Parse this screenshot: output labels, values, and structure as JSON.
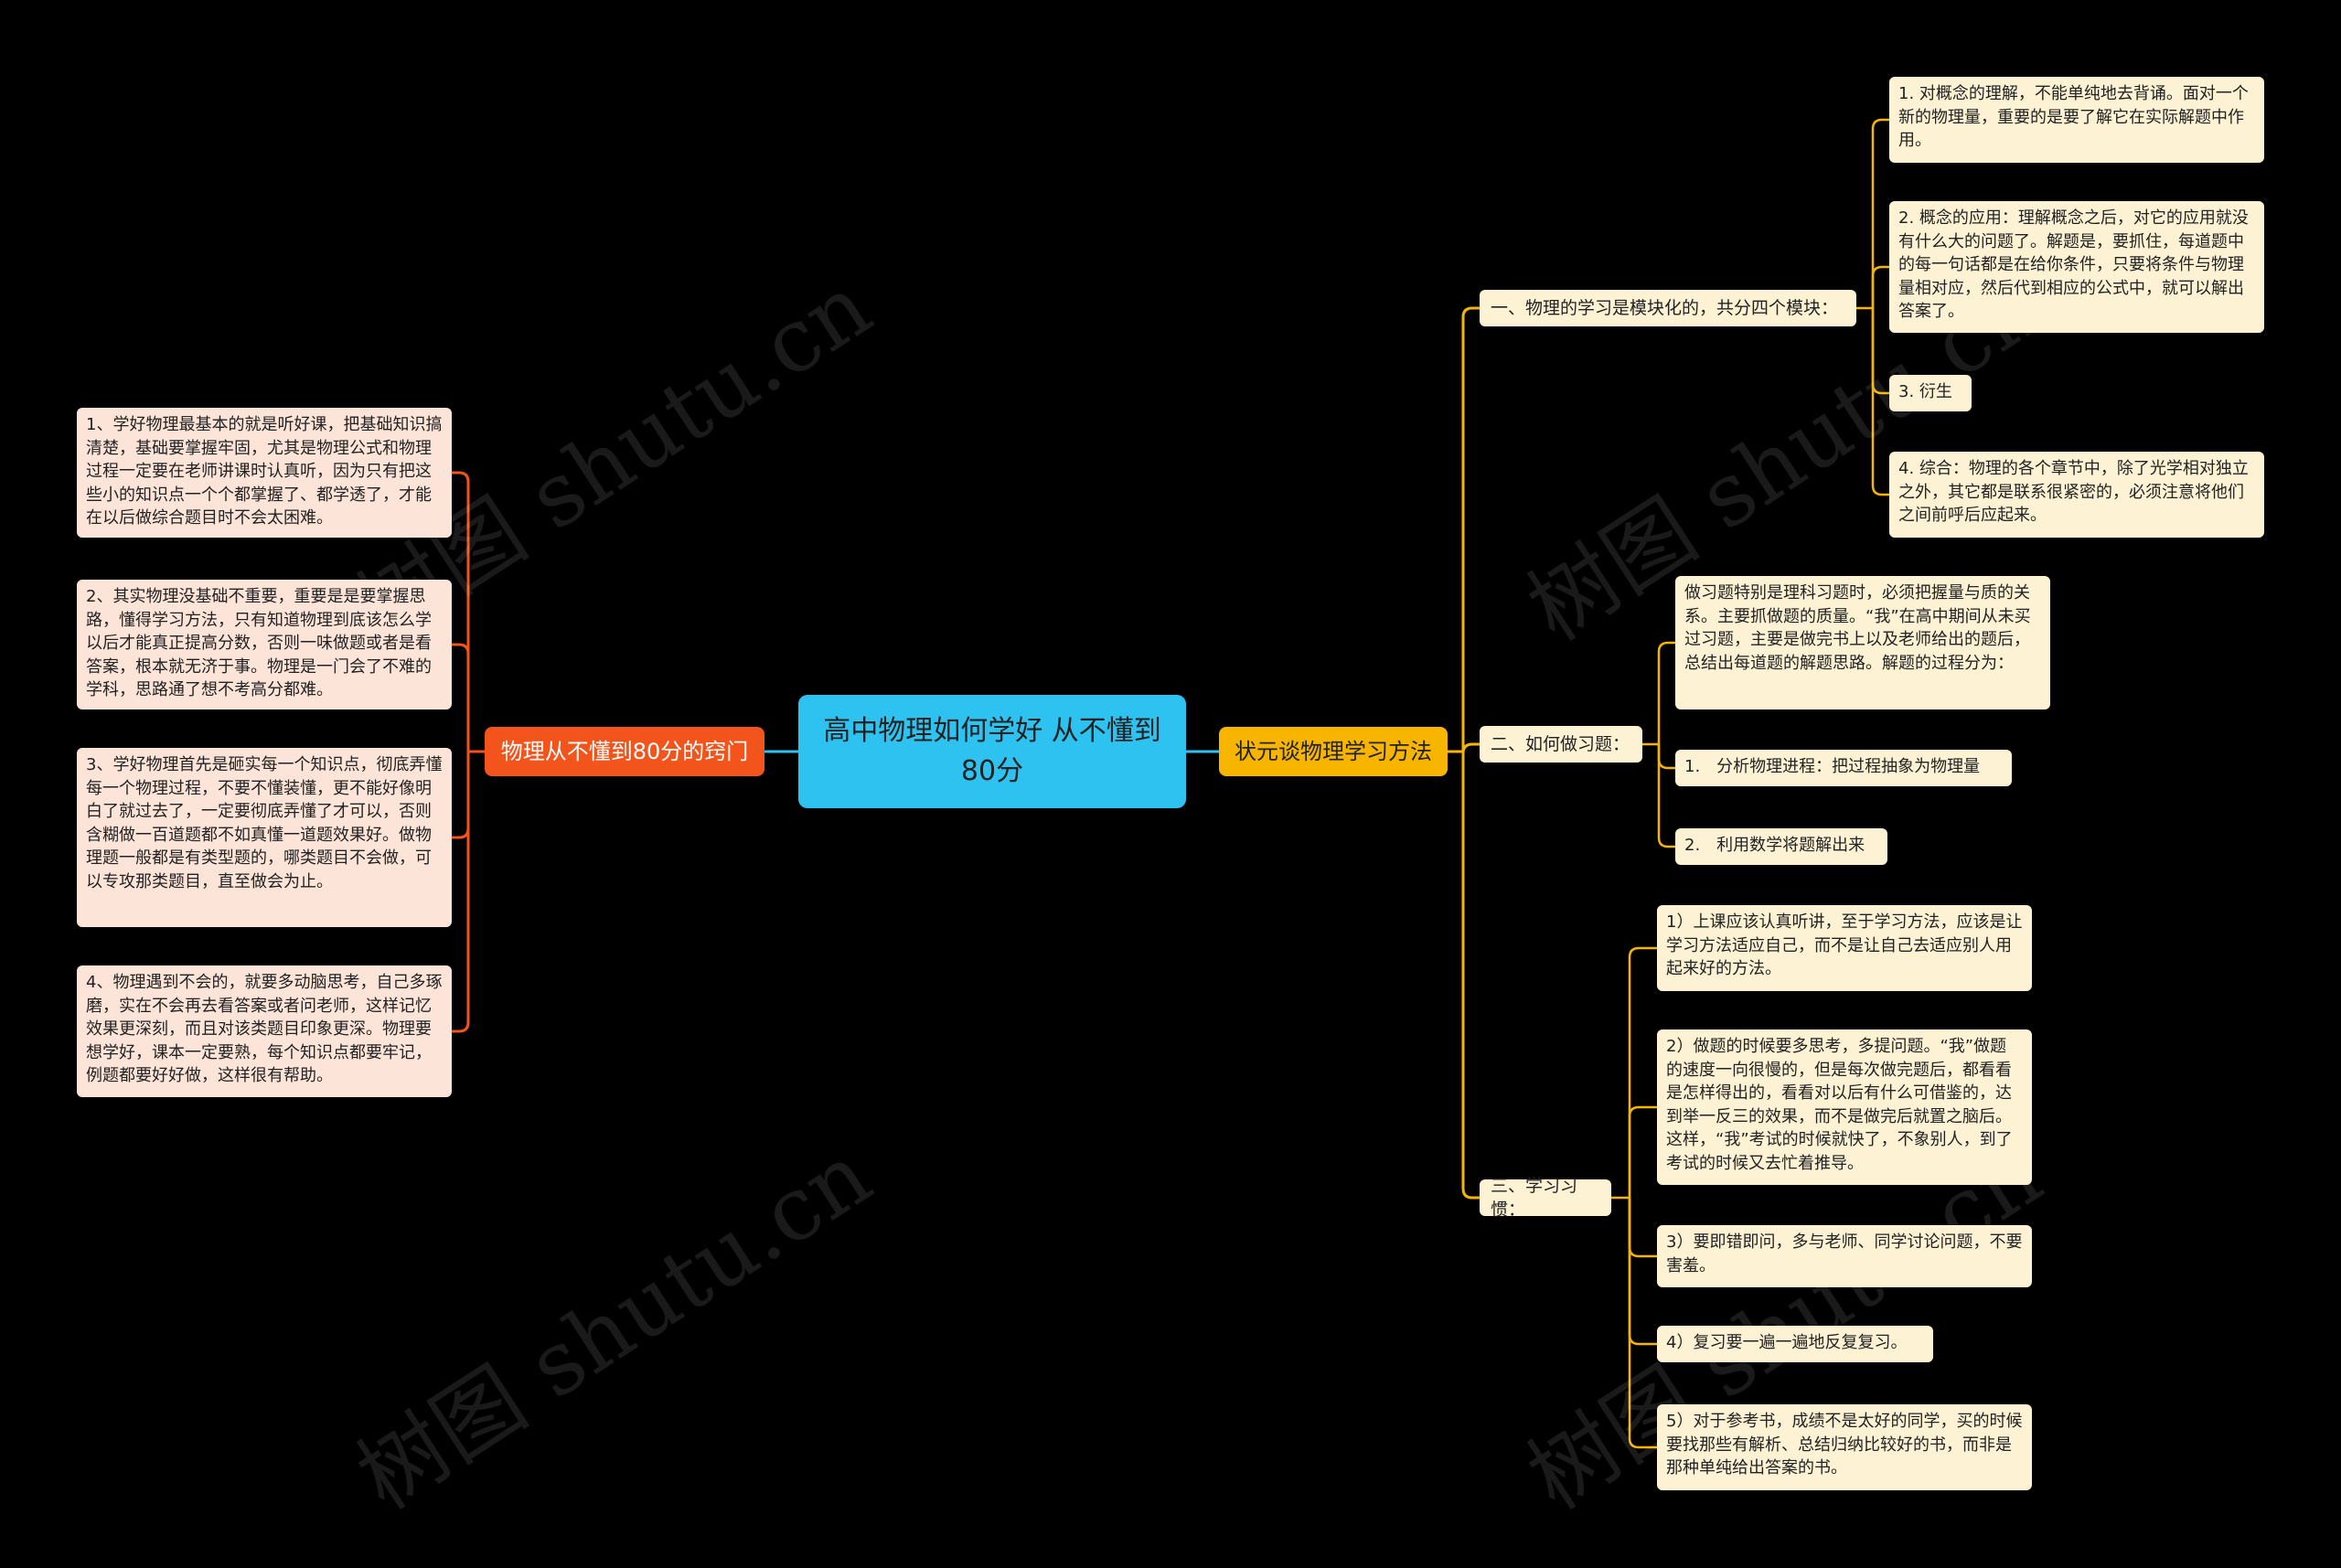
{
  "root": {
    "title": "高中物理如何学好 从不懂到80分"
  },
  "left_branch": {
    "label": "物理从不懂到80分的窍门",
    "items": [
      "1、学好物理最基本的就是听好课，把基础知识搞清楚，基础要掌握牢固，尤其是物理公式和物理过程一定要在老师讲课时认真听，因为只有把这些小的知识点一个个都掌握了、都学透了，才能在以后做综合题目时不会太困难。",
      "2、其实物理没基础不重要，重要是是要掌握思路，懂得学习方法，只有知道物理到底该怎么学以后才能真正提高分数，否则一味做题或者是看答案，根本就无济于事。物理是一门会了不难的学科，思路通了想不考高分都难。",
      "3、学好物理首先是砸实每一个知识点，彻底弄懂每一个物理过程，不要不懂装懂，更不能好像明白了就过去了，一定要彻底弄懂了才可以，否则含糊做一百道题都不如真懂一道题效果好。做物理题一般都是有类型题的，哪类题目不会做，可以专攻那类题目，直至做会为止。",
      "4、物理遇到不会的，就要多动脑思考，自己多琢磨，实在不会再去看答案或者问老师，这样记忆效果更深刻，而且对该类题目印象更深。物理要想学好，课本一定要熟，每个知识点都要牢记，例题都要好好做，这样很有帮助。"
    ]
  },
  "right_branch": {
    "label": "状元谈物理学习方法",
    "groups": [
      {
        "label": "一、物理的学习是模块化的，共分四个模块：",
        "items": [
          "1. 对概念的理解，不能单纯地去背诵。面对一个新的物理量，重要的是要了解它在实际解题中作用。",
          "2. 概念的应用：理解概念之后，对它的应用就没有什么大的问题了。解题是，要抓住，每道题中的每一句话都是在给你条件，只要将条件与物理量相对应，然后代到相应的公式中，就可以解出答案了。",
          "3. 衍生",
          "4. 综合：物理的各个章节中，除了光学相对独立之外，其它都是联系很紧密的，必须注意将他们之间前呼后应起来。"
        ]
      },
      {
        "label": "二、如何做习题：",
        "items": [
          "做习题特别是理科习题时，必须把握量与质的关系。主要抓做题的质量。“我”在高中期间从未买过习题，主要是做完书上以及老师给出的题后，总结出每道题的解题思路。解题的过程分为：",
          "1.　分析物理进程：把过程抽象为物理量",
          "2.　利用数学将题解出来"
        ]
      },
      {
        "label": "三、学习习惯：",
        "items": [
          "1）上课应该认真听讲，至于学习方法，应该是让学习方法适应自己，而不是让自己去适应别人用起来好的方法。",
          "2）做题的时候要多思考，多提问题。“我”做题的速度一向很慢的，但是每次做完题后，都看看是怎样得出的，看看对以后有什么可借鉴的，达到举一反三的效果，而不是做完后就置之脑后。这样，“我”考试的时候就快了，不象别人，到了考试的时候又去忙着推导。",
          "3）要即错即问，多与老师、同学讨论问题，不要害羞。",
          "4）复习要一遍一遍地反复复习。",
          "5）对于参考书，成绩不是太好的同学，买的时候要找那些有解析、总结归纳比较好的书，而非是那种单纯给出答案的书。"
        ]
      }
    ]
  },
  "watermark": "树图 shutu.cn",
  "colors": {
    "background": "#000000",
    "root": "#2ec2f0",
    "left_main": "#f2541b",
    "right_main": "#f7b500",
    "left_line": "#f2541b",
    "right_line": "#f7b500",
    "leaf_yellow": "#fdf2d3",
    "leaf_peach": "#fde4d8"
  }
}
